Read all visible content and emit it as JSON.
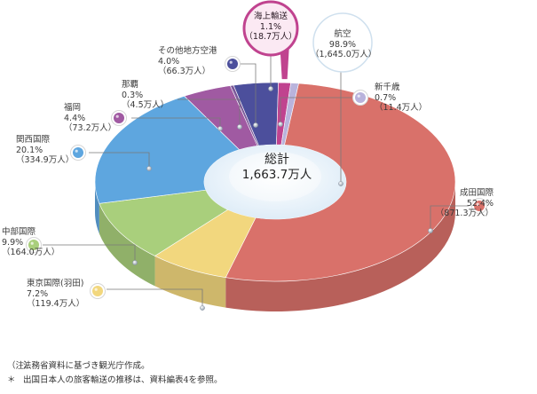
{
  "chart_data": {
    "type": "pie",
    "variant": "3d-donut",
    "total": {
      "title": "総計",
      "value": "1,663.7万人"
    },
    "slices": [
      {
        "id": "narita",
        "name": "成田国際",
        "percent": 52.4,
        "value_text": "（871.3万人）",
        "color": "#d9716a"
      },
      {
        "id": "tokyo",
        "name": "東京国際(羽田)",
        "percent": 7.2,
        "value_text": "（119.4万人）",
        "color": "#f2d77e"
      },
      {
        "id": "chubu",
        "name": "中部国際",
        "percent": 9.9,
        "value_text": "（164.0万人）",
        "color": "#a9cf7c"
      },
      {
        "id": "kansai",
        "name": "関西国際",
        "percent": 20.1,
        "value_text": "（334.9万人）",
        "color": "#5ea6df"
      },
      {
        "id": "fukuoka",
        "name": "福岡",
        "percent": 4.4,
        "value_text": "（73.2万人）",
        "color": "#a05aa2"
      },
      {
        "id": "naha",
        "name": "那覇",
        "percent": 0.3,
        "value_text": "（4.5万人）",
        "color": "#7c5a9a"
      },
      {
        "id": "other",
        "name": "その他地方空港",
        "percent": 4.0,
        "value_text": "（66.3万人）",
        "color": "#4c4f9c"
      },
      {
        "id": "sea",
        "name": "海上輸送",
        "percent": 1.1,
        "value_text": "（18.7万人）",
        "color": "#c0438f"
      },
      {
        "id": "shinchitose",
        "name": "新千歳",
        "percent": 0.7,
        "value_text": "（11.4万人）",
        "color": "#b9b3dc"
      }
    ],
    "inner": {
      "name": "航空",
      "percent": 98.9,
      "value_text": "（1,645.0万人）",
      "color": "#dcebf7"
    }
  },
  "notes": [
    {
      "mark": "（注）",
      "text": "法務省資料に基づき観光庁作成。"
    },
    {
      "mark": "＊",
      "text": "出国日本人の旅客輸送の推移は、資料編表4を参照。"
    }
  ]
}
